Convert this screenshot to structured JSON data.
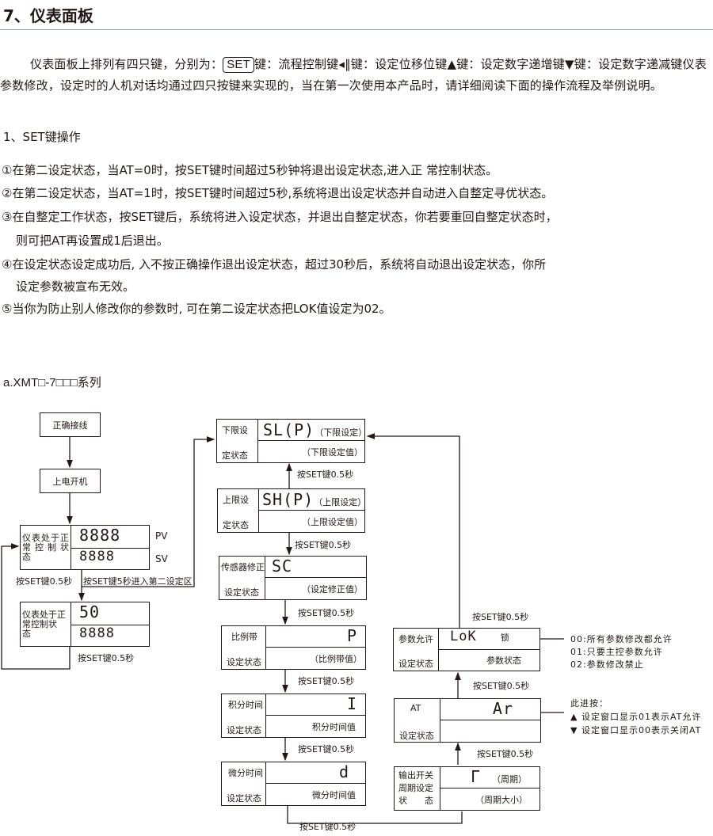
{
  "title": "7、仪表面板",
  "intro": {
    "p1": "仪表面板上排列有四只键，分别为：",
    "set_key": "SET",
    "p2": "键：流程控制键",
    "p3": "键：设定位移位键",
    "p4": "键：设定数字递增键",
    "p5": "键：设定数字递减键仪表参数修改，设定时的人机对话均通过四只按键来实现的，当在第一次使用本产品时，请详细阅读下面的操作流程及举例说明。"
  },
  "section": "1、SET键操作",
  "items": [
    "①在第二设定状态，当AT=0时，按SET键时间超过5秒钟将退出设定状态,进入正 常控制状态。",
    "②在第二设定状态，当AT=1时，按SET键时间超过5秒,系统将退出设定状态并自动进入自整定寻优状态。",
    "③在自整定工作状态，按SET键后，系统将进入设定状态，并退出自整定状态，你若要重回自整定状态时，",
    "则可把AT再设置成1后退出。",
    "④在设定状态设定成功后, 入不按正确操作退出设定状态，超过30秒后，系统将自动退出设定状态，你所",
    "设定参数被宣布无效。",
    "⑤当你为防止别人修改你的参数时, 可在第二设定状态把LOK值设定为02。"
  ],
  "series": "a.XMT□-7□□□系列",
  "flow": {
    "wiring": "正确接线",
    "power_on": "上电开机",
    "normal": {
      "label": "仪表处于正常控制状　　态",
      "pv": "8888",
      "sv": "8888",
      "pv_tag": "PV",
      "sv_tag": "SV"
    },
    "normal2": {
      "label": "仪表处于正常控制状　　态",
      "top": "50",
      "bottom": "8888"
    },
    "press": "按SET键0.5秒",
    "press5": "按SET键5秒进入第二设定区",
    "sl": {
      "l1": "下限设",
      "l2": "定状态",
      "code": "SL(P)",
      "desc": "（下限设定）",
      "val": "（下限设定值）"
    },
    "sh": {
      "l1": "上限设",
      "l2": "定状态",
      "code": "SH(P)",
      "desc": "（上限设定）",
      "val": "（上限设定值）"
    },
    "sc": {
      "l1": "传感器修正",
      "l2": "设定状态",
      "code": "SC",
      "val": "（设定修正值）"
    },
    "p": {
      "l1": "比例带",
      "l2": "设定状态",
      "code": "P",
      "val": "（比例带值）"
    },
    "i": {
      "l1": "积分时间",
      "l2": "设定状态",
      "code": "I",
      "val": "积分时间值"
    },
    "d": {
      "l1": "微分时间",
      "l2": "设定状态",
      "code": "d",
      "val": "微分时间值"
    },
    "lok": {
      "l1": "参数允许",
      "l2": "设定状态",
      "code": "LoK",
      "desc": "锁",
      "val": "参数状态"
    },
    "at": {
      "l1": "AT",
      "l2": "设定状态",
      "code": "Ar"
    },
    "cycle": {
      "l1": "输出开关",
      "l2": "周期设定",
      "l3": "状　　态",
      "code": "Γ",
      "desc": "（周期）",
      "val": "（周期大小）"
    },
    "lok_notes": [
      "00:所有参数修改都允许",
      "01:只要主控参数允许",
      "02:参数修改禁止"
    ],
    "at_notes": {
      "head": "此进按：",
      "up": "设定窗口显示01表示AT允许",
      "down": "设定窗口显示00表示关闭AT"
    }
  }
}
